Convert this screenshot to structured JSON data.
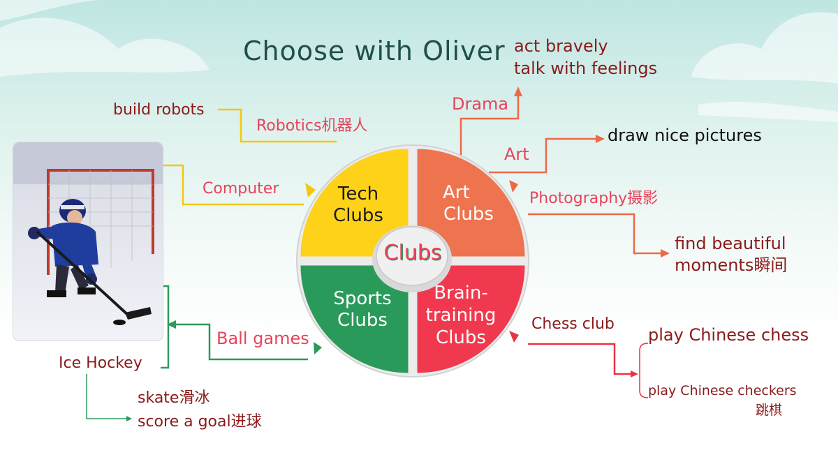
{
  "title": "Choose with Oliver",
  "center_label": "Clubs",
  "quadrants": {
    "tech": [
      "Tech",
      "Clubs"
    ],
    "art": [
      "Art",
      "Clubs"
    ],
    "sports": [
      "Sports",
      "Clubs"
    ],
    "brain": [
      "Brain-",
      "training",
      "Clubs"
    ]
  },
  "tech_items": {
    "robotics": "Robotics机器人",
    "robotics_detail": "build robots",
    "computer": "Computer"
  },
  "art_items": {
    "drama": "Drama",
    "drama_details": [
      "act bravely",
      "talk with feelings"
    ],
    "art": "Art",
    "art_detail": "draw nice pictures",
    "photography": "Photography摄影",
    "photography_details": [
      "find beautiful",
      "moments瞬间"
    ]
  },
  "sports_items": {
    "ball_games": "Ball games",
    "ice_hockey": "Ice Hockey",
    "hockey_details": [
      "skate滑冰",
      "score a goal进球"
    ]
  },
  "brain_items": {
    "chess_club": "Chess club",
    "chess_detail_1": "play Chinese chess",
    "chess_detail_2": "play Chinese checkers",
    "chess_detail_2_cn": "跳棋"
  },
  "colors": {
    "tech": "#ffd21a",
    "art": "#ee7450",
    "sports": "#2a9a5a",
    "brain": "#f0394f",
    "title": "#1f4f4b",
    "dark_text": "#8a1a1a",
    "pink_text": "#e8435a",
    "yellow_line": "#f2c811",
    "orange_line": "#ec6a45",
    "green_line": "#2a9a5a",
    "red_line": "#e83345"
  }
}
